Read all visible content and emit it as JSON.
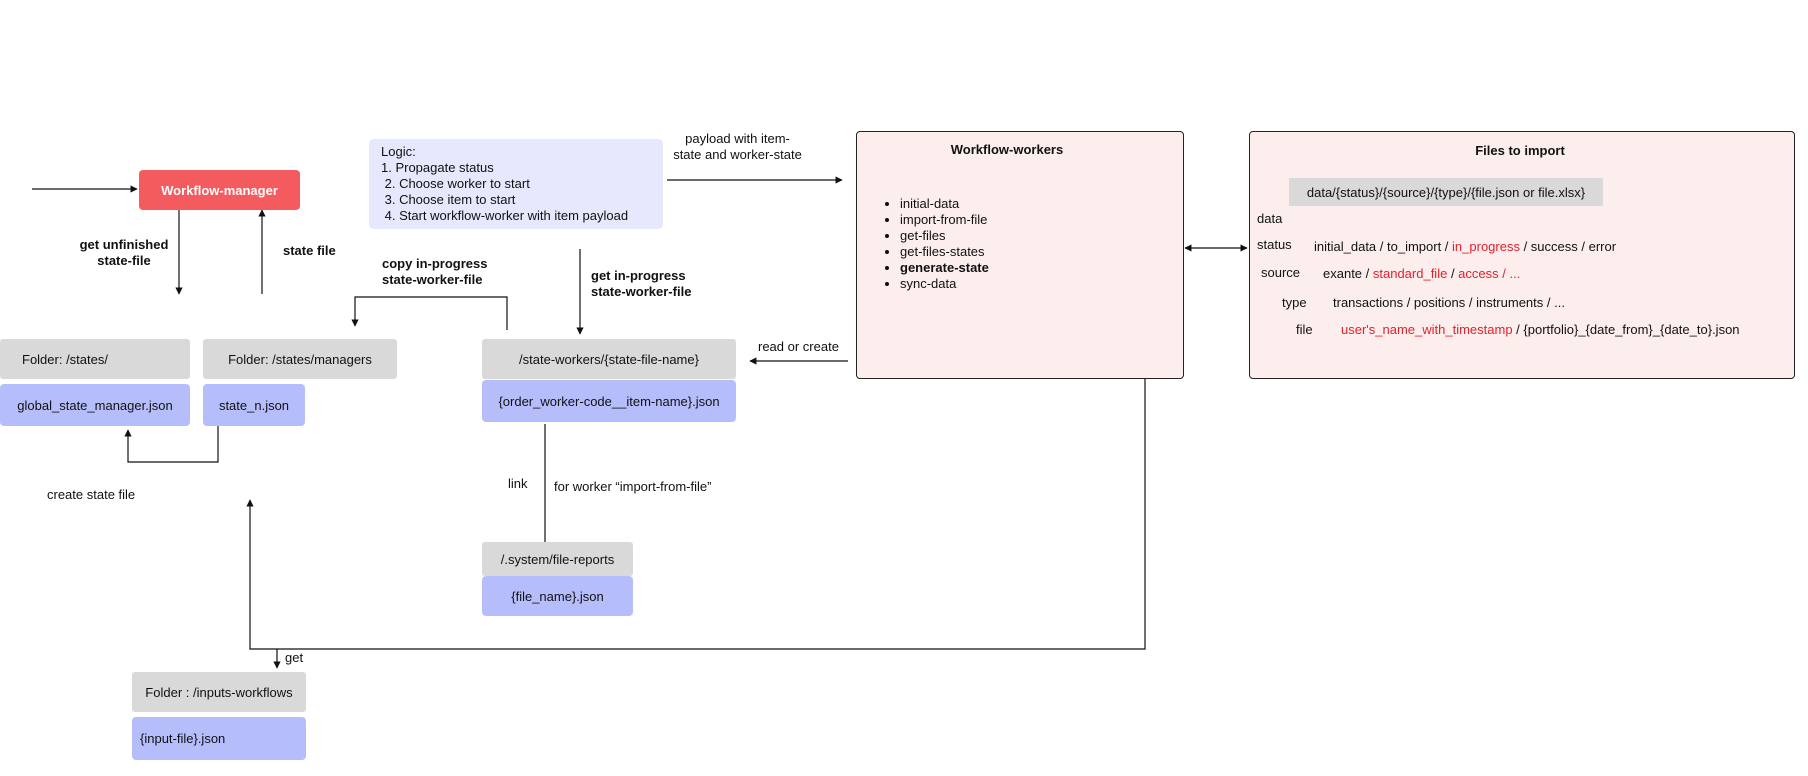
{
  "manager": {
    "label": "Workflow-manager",
    "color": "#f45b5f"
  },
  "labels": {
    "get_unfinished": "get unfinished\nstate-file",
    "state_file": "state file",
    "copy_in_progress": "copy in-progress\nstate-worker-file",
    "get_in_progress": "get in-progress\nstate-worker-file",
    "payload": "payload with item-\nstate and worker-state",
    "read_or_create": "read or create",
    "create_state_file": "create state file",
    "link": "link",
    "for_worker": "for worker “import-from-file”",
    "get": "get"
  },
  "logic": {
    "title": "Logic:",
    "lines": [
      "1. Propagate status",
      " 2. Choose worker to start",
      " 3. Choose item to start",
      " 4. Start workflow-worker with item payload"
    ],
    "color": "#e6e8fd"
  },
  "folders": {
    "states": {
      "folder": "Folder: /states/",
      "file": "global_state_manager.json"
    },
    "managers": {
      "folder": "Folder: /states/managers",
      "file": "state_n.json"
    },
    "state_workers": {
      "folder": "/state-workers/{state-file-name}",
      "file": "{order_worker-code__item-name}.json"
    },
    "file_reports": {
      "folder": "/.system/file-reports",
      "file": "{file_name}.json"
    },
    "inputs": {
      "folder": "Folder : /inputs-workflows",
      "file": "{input-file}.json"
    }
  },
  "workers": {
    "title": "Workflow-workers",
    "items": [
      {
        "text": "initial-data",
        "bold": false
      },
      {
        "text": "import-from-file",
        "bold": false
      },
      {
        "text": "get-files",
        "bold": false
      },
      {
        "text": "get-files-states",
        "bold": false
      },
      {
        "text": "generate-state",
        "bold": true
      },
      {
        "text": "sync-data",
        "bold": false
      }
    ]
  },
  "files": {
    "title": "Files to import",
    "path": "data/{status}/{source}/{type}/{file.json or file.xlsx}",
    "keys": {
      "data": "data",
      "status": "status",
      "source": "source",
      "type": "type",
      "file": "file"
    },
    "status_values": {
      "a": "initial_data / to_import / ",
      "b": "in_progress",
      "c": " / success / error"
    },
    "source_values": {
      "a": "exante / ",
      "b": "standard_file",
      "c": " / ",
      "d": "access / ..."
    },
    "type_values": "transactions / positions / instruments / ...",
    "file_values": {
      "a": "user's_name_with_timestamp",
      "b": " / {portfolio}_{date_from}_{date_to}.json"
    }
  },
  "colors": {
    "panel_fill": "#fdeeee",
    "folder_fill": "#d9d9d9",
    "file_fill": "#b6bdfb",
    "highlight": "#e3202b"
  }
}
